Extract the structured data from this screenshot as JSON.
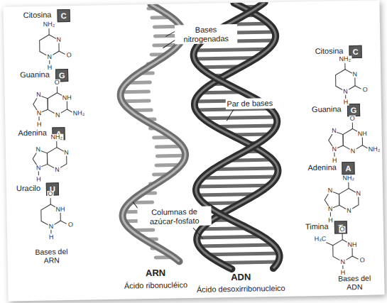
{
  "diagram": {
    "nodes": [
      {
        "text": [
          "C"
        ]
      },
      {
        "text": [
          "G"
        ]
      },
      {
        "text": [
          "A"
        ]
      },
      {
        "text": [
          "U"
        ]
      },
      {
        "text": [
          "C"
        ]
      },
      {
        "text": [
          "G"
        ]
      },
      {
        "text": [
          "A"
        ]
      },
      {
        "text": [
          "T"
        ]
      }
    ],
    "labels": [
      "Citosina",
      "Guanina",
      "Adenina",
      "Uracilo",
      "Bases del ARN",
      "Bases nitrogenadas",
      "Par de bases",
      "Columnas de azúcar-fosfato",
      "ARN",
      "Ácido ribonucléico",
      "ADN",
      "Ácido desoxirribonucleico",
      "Citosina",
      "Guanina",
      "Adenina",
      "Timina",
      "Bases del ADN",
      "NH₂",
      "N",
      "O",
      "N",
      "H",
      "O",
      "NH",
      "NH₂",
      "N",
      "N",
      "N",
      "H",
      "NH₂",
      "N",
      "N",
      "N",
      "N",
      "H",
      "O",
      "NH",
      "O",
      "N",
      "H",
      "NH₂",
      "N",
      "O",
      "N",
      "H",
      "O",
      "NH",
      "NH₂",
      "N",
      "N",
      "N",
      "H",
      "NH₂",
      "N",
      "N",
      "N",
      "N",
      "H",
      "H₃C",
      "O",
      "NH",
      "O",
      "N",
      "H"
    ]
  }
}
